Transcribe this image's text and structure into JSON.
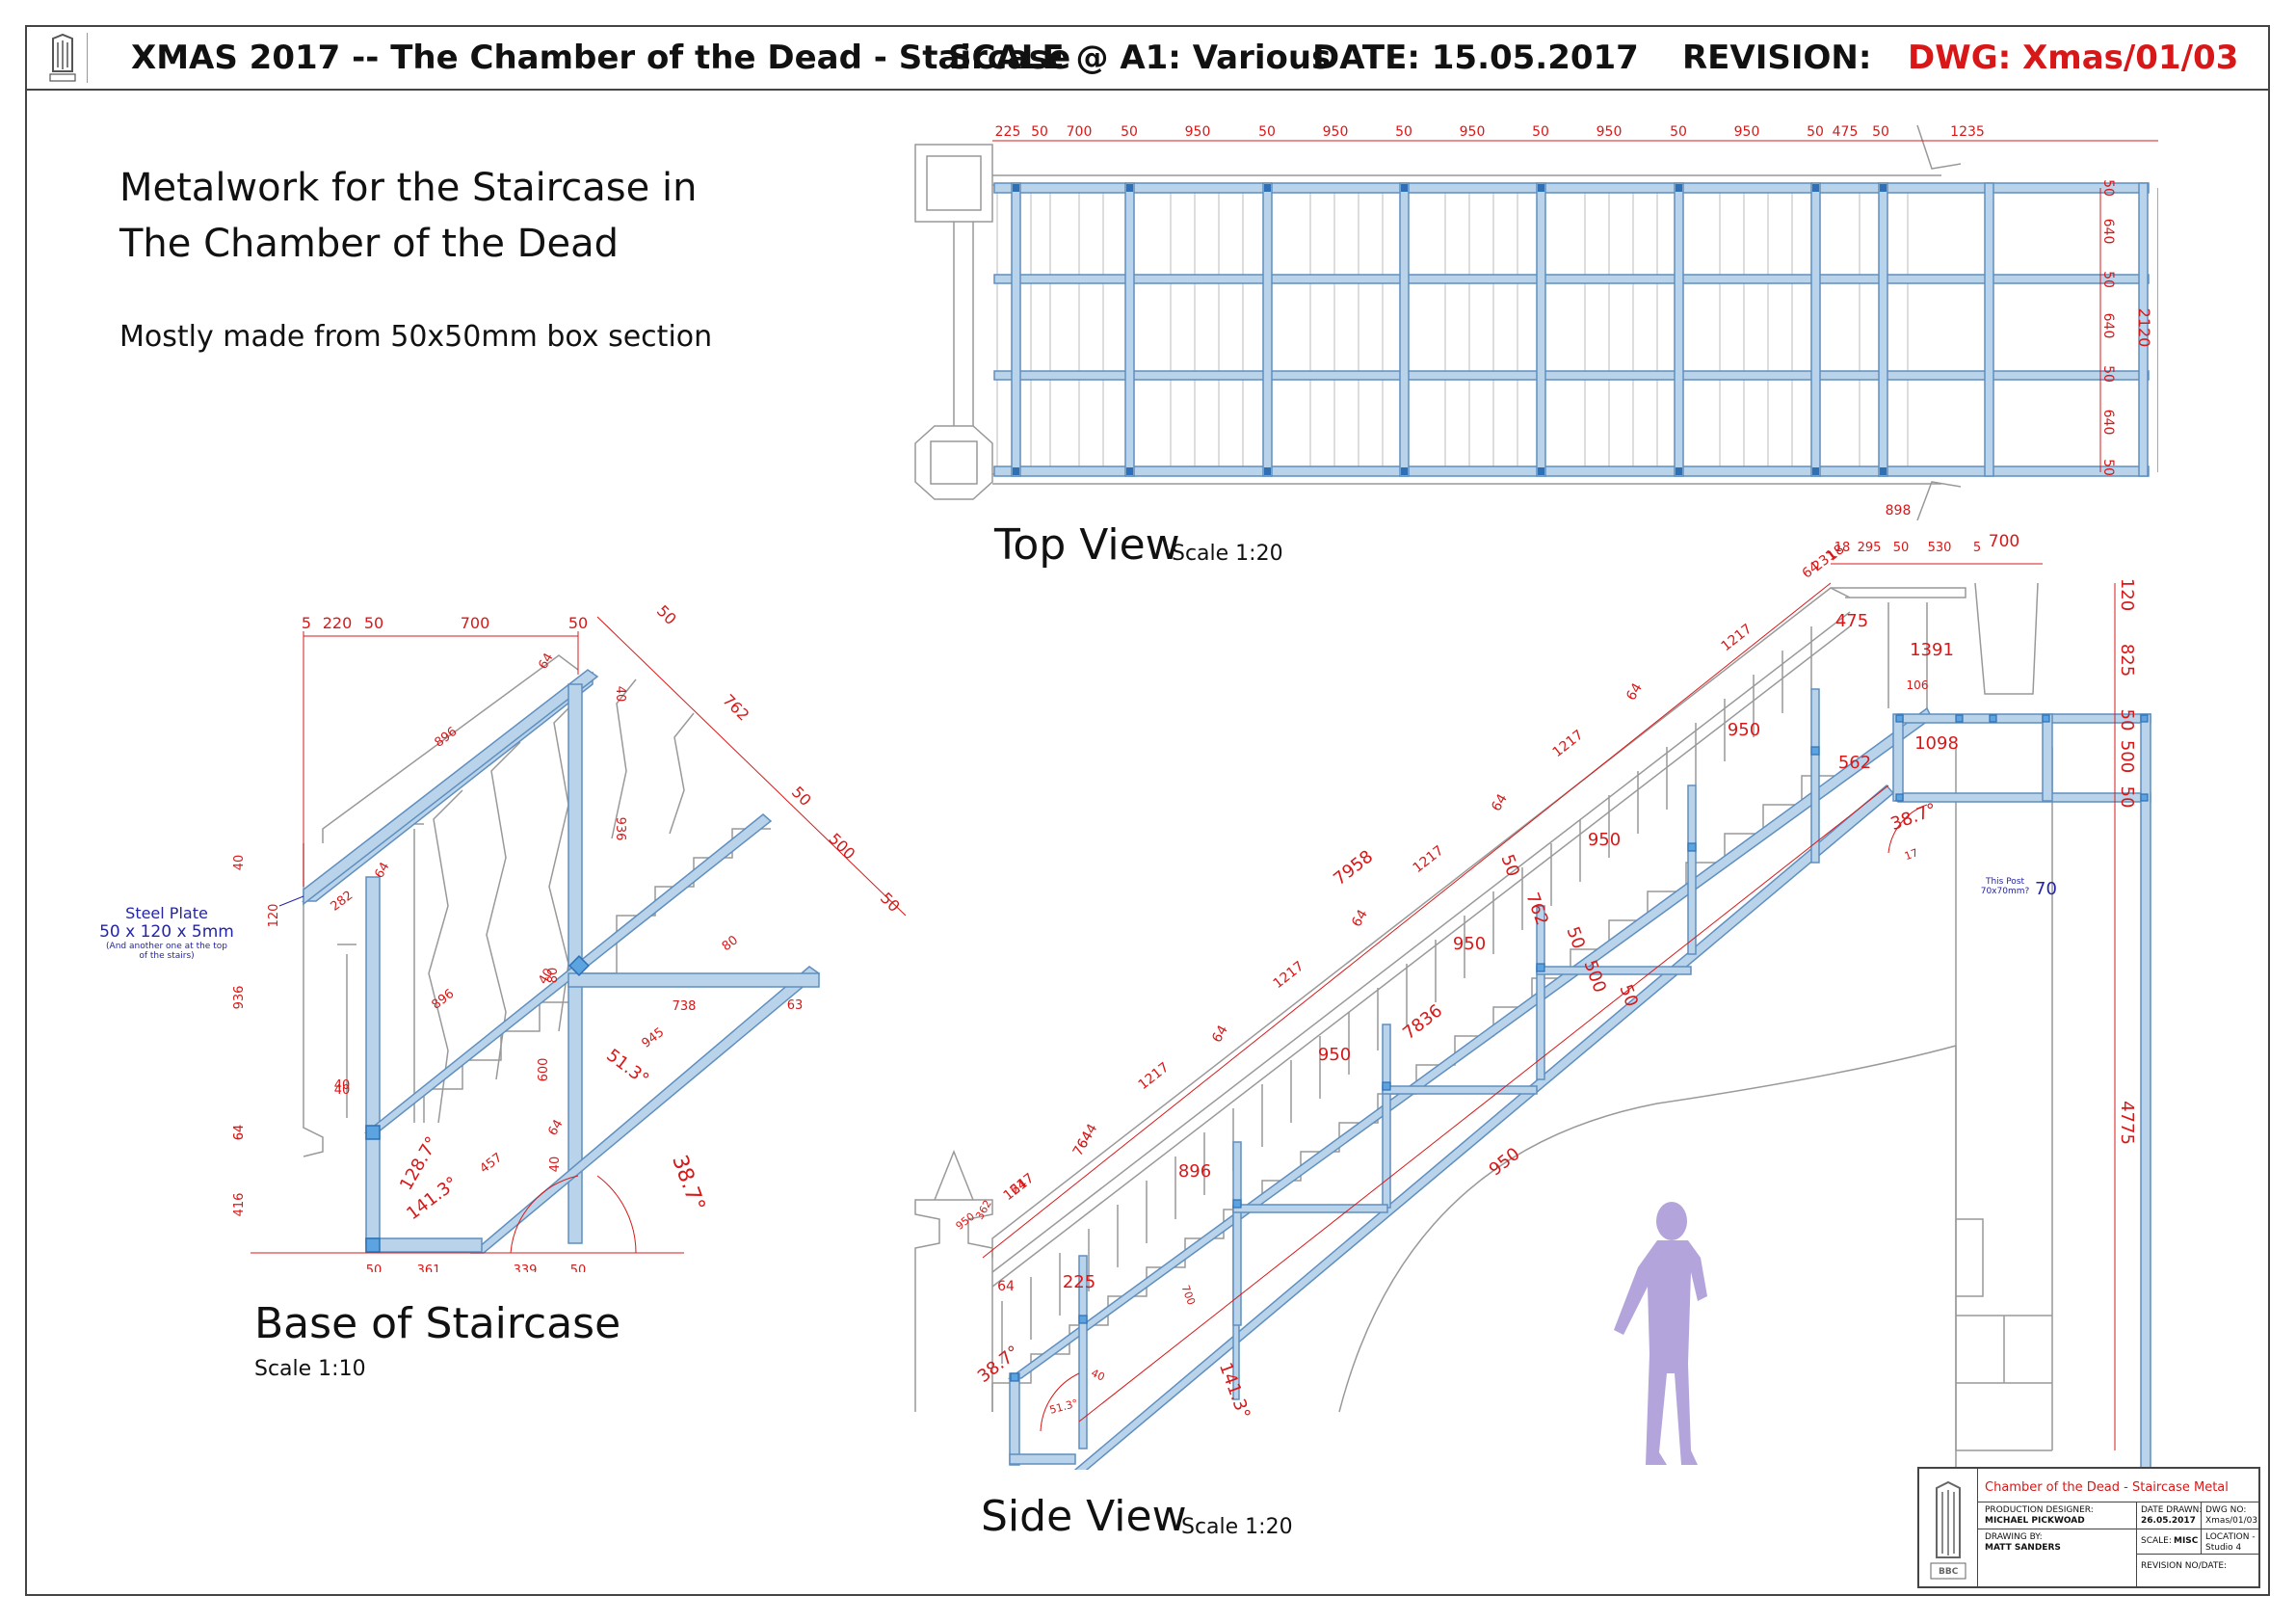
{
  "title_bar": {
    "project": "XMAS 2017  --  The Chamber of the Dead  -  Staircase",
    "scale": "SCALE @ A1:  Various",
    "date": "DATE:  15.05.2017",
    "revision": "REVISION:",
    "drawing_number": "DWG: Xmas/01/03"
  },
  "heading": {
    "line1": "Metalwork for the Staircase in",
    "line2": "The Chamber of the Dead",
    "subtitle": "Mostly made from 50x50mm box section"
  },
  "views": {
    "top": {
      "label": "Top View",
      "scale": "Scale 1:20"
    },
    "base": {
      "label": "Base of Staircase",
      "scale": "Scale 1:10"
    },
    "side": {
      "label": "Side View",
      "scale": "Scale 1:20"
    }
  },
  "notes": {
    "steel_plate_title": "Steel Plate",
    "steel_plate_size": "50 x 120 x 5mm",
    "steel_plate_line1": "(And another one at the top",
    "steel_plate_line2": "of the stairs)",
    "post_line1": "This Post",
    "post_line2": "70x70mm?",
    "post_dim": "70"
  },
  "dimensions": {
    "top_view_horizontal": [
      "225",
      "50",
      "700",
      "50",
      "950",
      "50",
      "950",
      "50",
      "950",
      "50",
      "950",
      "50",
      "950",
      "50",
      "475",
      "50",
      "1235"
    ],
    "top_view_vertical": [
      "50",
      "640",
      "50",
      "640",
      "50",
      "640",
      "50"
    ],
    "top_view_overall": "2120",
    "top_view_bottom": "898",
    "base_top": [
      "5",
      "220",
      "50",
      "700",
      "50"
    ],
    "base_diagonal": [
      "50",
      "762",
      "50",
      "500",
      "50"
    ],
    "base_misc": [
      "64",
      "896",
      "40",
      "936",
      "64",
      "282",
      "120",
      "40",
      "936",
      "64",
      "40",
      "40",
      "896",
      "80",
      "738",
      "63",
      "945",
      "600",
      "51.3°",
      "64",
      "40",
      "457",
      "128.7°",
      "141.3°",
      "38.7°",
      "416",
      "64",
      "40"
    ],
    "base_bottom": [
      "50",
      "361",
      "339",
      "50"
    ],
    "side_top": [
      "18",
      "295",
      "50",
      "530",
      "5",
      "700"
    ],
    "side_right": [
      "120",
      "825",
      "50",
      "500",
      "50",
      "4775"
    ],
    "side_labels": [
      "64",
      "231",
      "18",
      "1217",
      "1391",
      "106",
      "475",
      "950",
      "1098",
      "562",
      "64",
      "1217",
      "64",
      "7958",
      "1217",
      "950",
      "50",
      "762",
      "50",
      "500",
      "50",
      "64",
      "1217",
      "950",
      "64",
      "1217",
      "7836",
      "950",
      "64",
      "1217",
      "950",
      "7644",
      "64",
      "896",
      "950",
      "362",
      "64",
      "225",
      "700",
      "38.7°",
      "40",
      "51.3°",
      "141.3°",
      "38.7°",
      "17",
      "141.3°"
    ]
  },
  "title_block": {
    "title": "Chamber of the Dead  -  Staircase Metal",
    "production_designer_label": "PRODUCTION DESIGNER:",
    "production_designer": "MICHAEL PICKWOAD",
    "date_drawn_label": "DATE DRAWN:",
    "date_drawn": "26.05.2017",
    "dwg_no_label": "DWG NO:",
    "dwg_no": "Xmas/01/03",
    "drawing_by_label": "DRAWING BY:",
    "drawing_by": "MATT SANDERS",
    "scale_label": "SCALE:",
    "scale_value": "MISC",
    "location_label": "LOCATION -",
    "location": "Studio 4",
    "revision_label": "REVISION NO/DATE:",
    "logo_text": "BBC"
  },
  "colors": {
    "frame": "#444444",
    "dimension": "#d81818",
    "steel": "#b9d3ea",
    "steel_edge": "#5f8fbf",
    "note": "#2424a8",
    "figure": "#b4a4dc"
  }
}
